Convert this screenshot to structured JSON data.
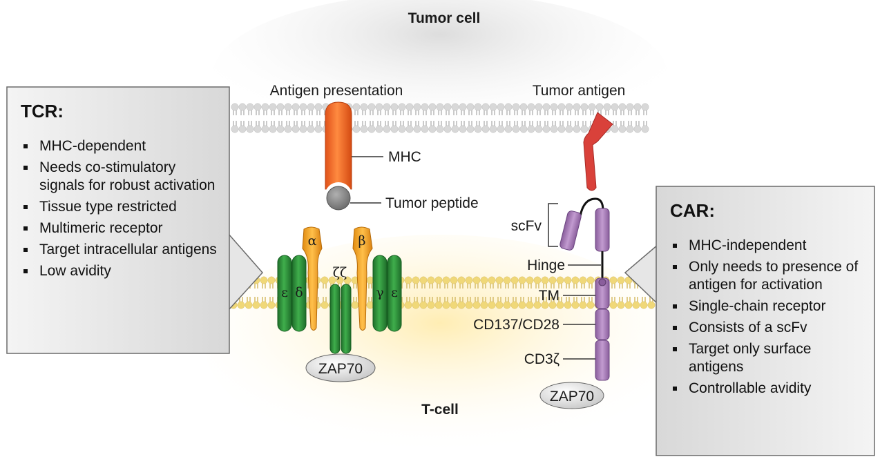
{
  "regions": {
    "tumor_cell": "Tumor cell",
    "t_cell": "T-cell"
  },
  "tcr": {
    "title": "TCR:",
    "items": [
      "MHC-dependent",
      "Needs co-stimulatory signals for robust activation",
      "Tissue type restricted",
      "Multimeric receptor",
      "Target intracellular antigens",
      "Low avidity"
    ],
    "diagram": {
      "antigen_presentation": "Antigen presentation",
      "mhc": "MHC",
      "tumor_peptide": "Tumor peptide",
      "alpha": "α",
      "beta": "β",
      "epsilon_left": "ε",
      "delta": "δ",
      "zeta_pair": "ζζ",
      "gamma": "γ",
      "epsilon_right": "ε",
      "zap70": "ZAP70"
    }
  },
  "car": {
    "title": "CAR:",
    "items": [
      "MHC-independent",
      "Only needs to presence of antigen for activation",
      "Single-chain receptor",
      "Consists of a scFv",
      "Target only surface antigens",
      "Controllable avidity"
    ],
    "diagram": {
      "tumor_antigen": "Tumor antigen",
      "scfv": "scFv",
      "hinge": "Hinge",
      "tm": "TM",
      "cd137": "CD137/CD28",
      "cd3z": "CD3ζ",
      "zap70": "ZAP70"
    }
  },
  "colors": {
    "mhc": "#f26522",
    "peptide": "#8c8c8c",
    "tcr_chain": "#f5a623",
    "cd3_chain": "#2e8b3a",
    "car_chain": "#a57bb5",
    "antigen": "#d9413a",
    "membrane_top": "#d8d8d8",
    "membrane_bottom": "#f0d878"
  }
}
